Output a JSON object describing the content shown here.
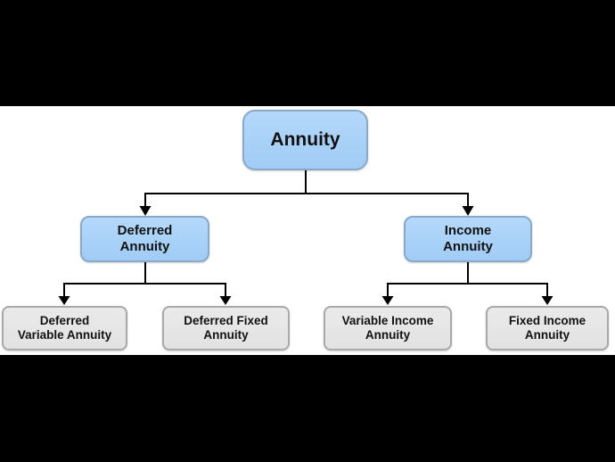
{
  "colors": {
    "bar": "#000000",
    "canvas-bg": "#ffffff",
    "node-blue-fill": "#a0ccf6",
    "node-blue-fill-top": "#b4d8f9",
    "node-blue-border": "#8aa8c8",
    "node-gray-fill": "#e2e2e2",
    "node-gray-fill-top": "#eaeaea",
    "node-gray-border": "#a9a9a9",
    "connector": "#000000",
    "text": "#111111"
  },
  "diagram": {
    "nodes": {
      "annuity": {
        "label": "Annuity"
      },
      "deferred_annuity": {
        "line1": "Deferred",
        "line2": "Annuity"
      },
      "income_annuity": {
        "line1": "Income",
        "line2": "Annuity"
      },
      "deferred_variable_annuity": {
        "line1": "Deferred",
        "line2": "Variable Annuity"
      },
      "deferred_fixed_annuity": {
        "line1": "Deferred Fixed",
        "line2": "Annuity"
      },
      "variable_income_annuity": {
        "line1": "Variable Income",
        "line2": "Annuity"
      },
      "fixed_income_annuity": {
        "line1": "Fixed Income",
        "line2": "Annuity"
      }
    }
  }
}
